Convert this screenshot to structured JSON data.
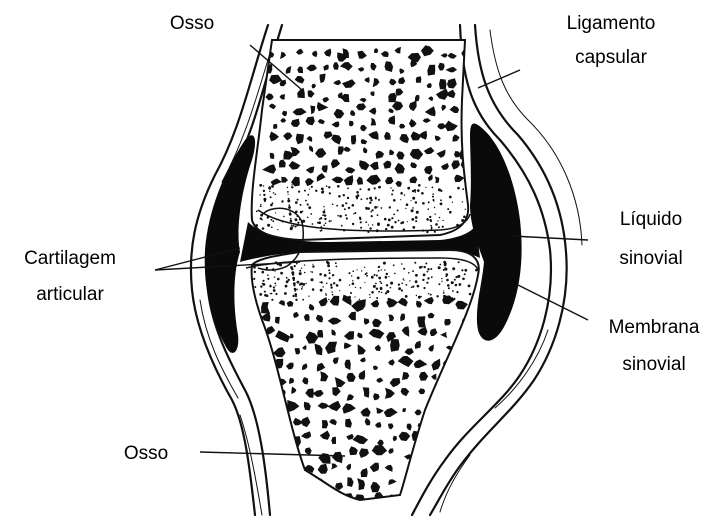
{
  "diagram": {
    "labels": {
      "bone_top": "Osso",
      "capsular_ligament": [
        "Ligamento",
        "capsular"
      ],
      "synovial_fluid": [
        "Líquido",
        "sinovial"
      ],
      "articular_cartilage": [
        "Cartilagem",
        "articular"
      ],
      "synovial_membrane": [
        "Membrana",
        "sinovial"
      ],
      "bone_bottom": "Osso"
    }
  }
}
